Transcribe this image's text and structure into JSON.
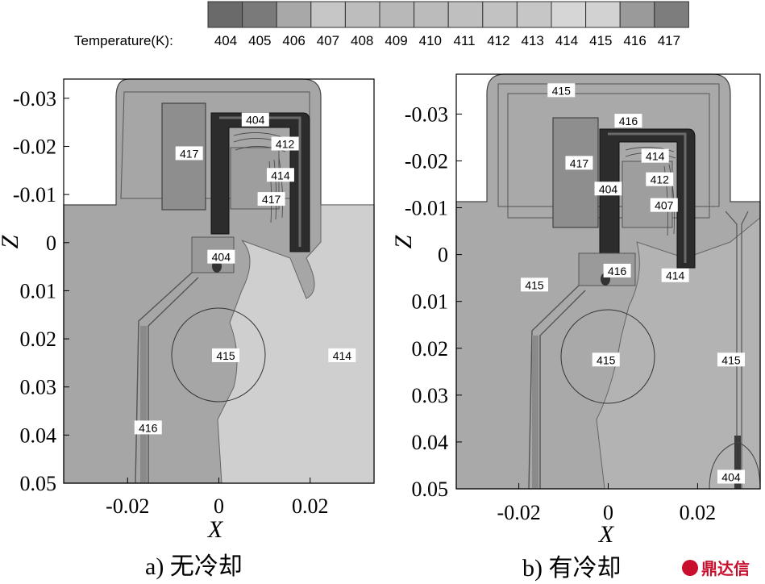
{
  "legend": {
    "label": "Temperature(K):",
    "levels": [
      "404",
      "405",
      "406",
      "407",
      "408",
      "409",
      "410",
      "411",
      "412",
      "413",
      "414",
      "415",
      "416",
      "417"
    ],
    "colors": [
      "#6a6a6a",
      "#7a7a7a",
      "#a8a8a8",
      "#c6c6c6",
      "#bdbdbd",
      "#b8b8b8",
      "#bbbbbb",
      "#bfbfbf",
      "#c2c2c2",
      "#c6c6c6",
      "#d6d6d6",
      "#d2d2d2",
      "#9a9a9a",
      "#7d7d7d"
    ]
  },
  "chart_data": [
    {
      "type": "heatmap",
      "caption": "a)  无冷却",
      "xlabel": "X",
      "ylabel": "Z",
      "xticks": [
        "-0.02",
        "0",
        "0.02"
      ],
      "yticks": [
        "-0.03",
        "-0.02",
        "-0.01",
        "0",
        "0.01",
        "0.02",
        "0.03",
        "0.04",
        "0.05"
      ],
      "xlim": [
        -0.034,
        0.034
      ],
      "ylim": [
        -0.034,
        0.05
      ],
      "y_inverted": true,
      "labels": [
        {
          "text": "404",
          "x": 0.008,
          "z": -0.0255
        },
        {
          "text": "412",
          "x": 0.0145,
          "z": -0.0205
        },
        {
          "text": "417",
          "x": -0.0065,
          "z": -0.0185
        },
        {
          "text": "414",
          "x": 0.0135,
          "z": -0.014
        },
        {
          "text": "417",
          "x": 0.0115,
          "z": -0.009
        },
        {
          "text": "404",
          "x": 0.0005,
          "z": 0.003
        },
        {
          "text": "415",
          "x": 0.0015,
          "z": 0.0235
        },
        {
          "text": "414",
          "x": 0.027,
          "z": 0.0235
        },
        {
          "text": "416",
          "x": -0.0155,
          "z": 0.0385
        }
      ]
    },
    {
      "type": "heatmap",
      "caption": "b)  有冷却",
      "xlabel": "X",
      "ylabel": "Z",
      "xticks": [
        "-0.02",
        "0",
        "0.02"
      ],
      "yticks": [
        "-0.03",
        "-0.02",
        "-0.01",
        "0",
        "0.01",
        "0.02",
        "0.03",
        "0.04",
        "0.05"
      ],
      "xlim": [
        -0.034,
        0.034
      ],
      "ylim": [
        -0.0385,
        0.05
      ],
      "y_inverted": true,
      "labels": [
        {
          "text": "415",
          "x": -0.0105,
          "z": -0.035
        },
        {
          "text": "416",
          "x": 0.0045,
          "z": -0.0285
        },
        {
          "text": "414",
          "x": 0.0105,
          "z": -0.021
        },
        {
          "text": "417",
          "x": -0.0065,
          "z": -0.0195
        },
        {
          "text": "412",
          "x": 0.0115,
          "z": -0.016
        },
        {
          "text": "404",
          "x": 0.0,
          "z": -0.014
        },
        {
          "text": "407",
          "x": 0.0125,
          "z": -0.0105
        },
        {
          "text": "416",
          "x": 0.002,
          "z": 0.0035
        },
        {
          "text": "414",
          "x": 0.015,
          "z": 0.0045
        },
        {
          "text": "415",
          "x": -0.0165,
          "z": 0.0065
        },
        {
          "text": "415",
          "x": -0.0005,
          "z": 0.0225
        },
        {
          "text": "415",
          "x": 0.0275,
          "z": 0.0225
        },
        {
          "text": "404",
          "x": 0.0275,
          "z": 0.0475
        }
      ]
    }
  ],
  "watermark": "鼎达信"
}
